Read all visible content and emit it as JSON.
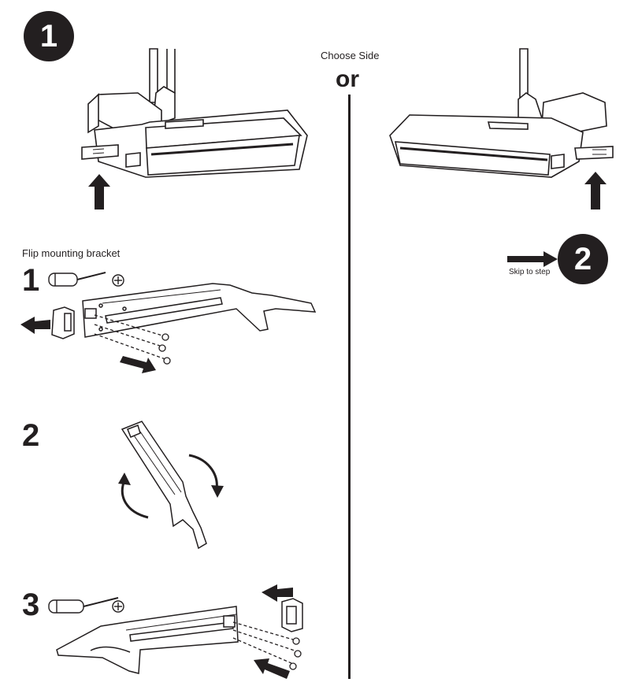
{
  "header": {
    "step_number": "1",
    "choose_side": "Choose Side",
    "or_label": "or"
  },
  "right_panel": {
    "skip_label": "Skip to step",
    "skip_step_number": "2"
  },
  "left_panel": {
    "subtitle": "Flip mounting bracket",
    "substeps": [
      "1",
      "2",
      "3"
    ]
  },
  "icons": [
    "screwdriver-icon",
    "phillips-head-icon",
    "arrow-up-icon",
    "arrow-right-icon",
    "rotate-icon"
  ]
}
